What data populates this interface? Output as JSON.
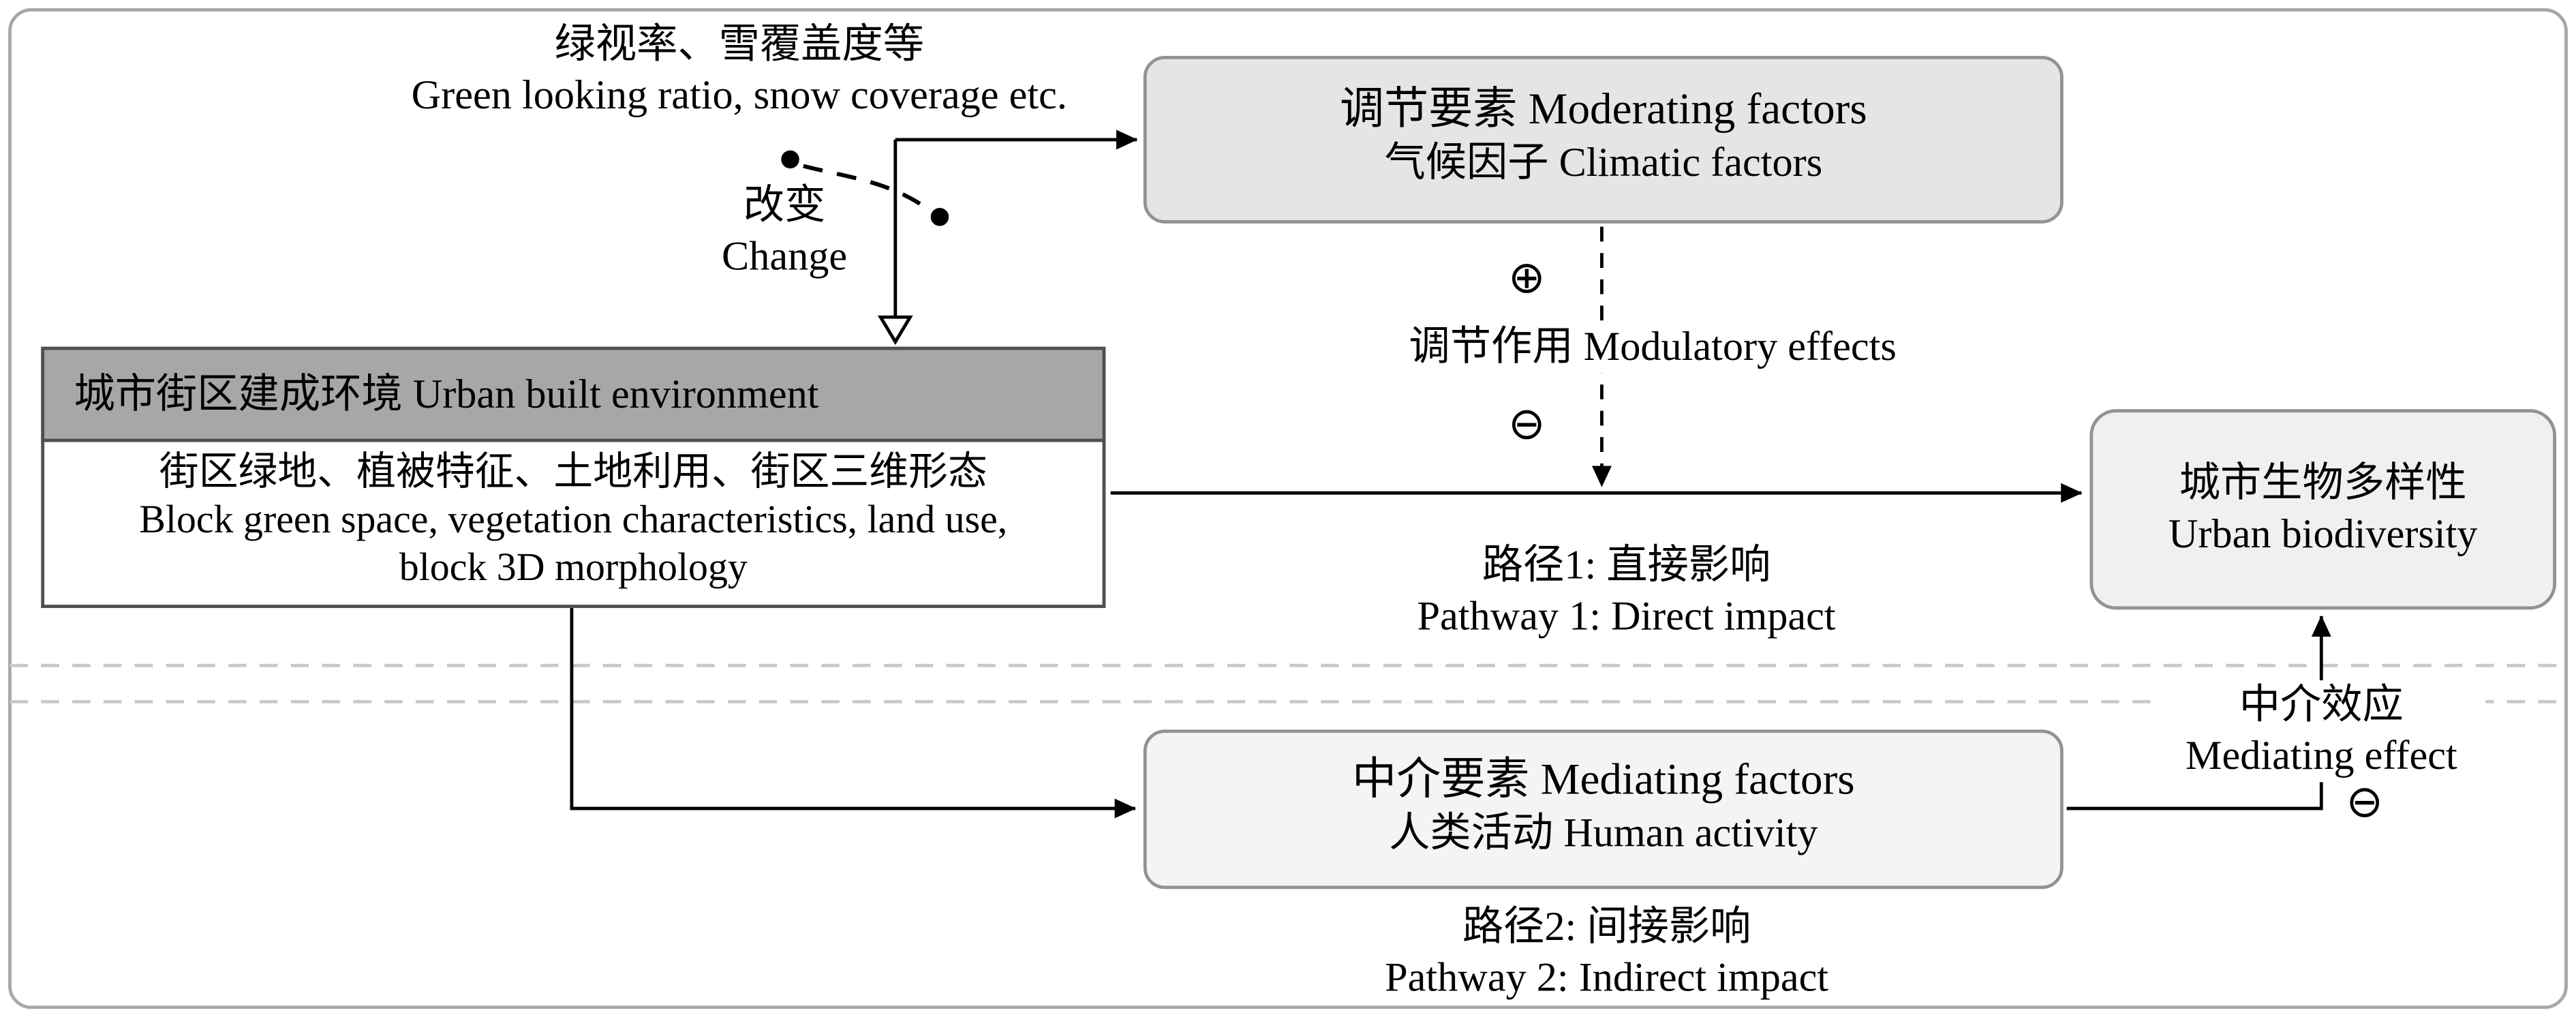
{
  "colors": {
    "frame-border": "#a8a8a8",
    "box-border": "#939393",
    "dark-box-border": "#4f4f4f",
    "builtenv-header-bg": "#a7a7a7",
    "moderating-bg": "#e5e5e7",
    "mediating-bg": "#f4f4f6",
    "biodiversity-bg": "#f0f0f1",
    "divider": "#c9c9c9",
    "line": "#000000"
  },
  "top_note": {
    "zh": "绿视率、雪覆盖度等",
    "en": "Green looking ratio, snow coverage etc."
  },
  "change": {
    "zh": "改变",
    "en": "Change"
  },
  "moderating": {
    "title": "调节要素 Moderating factors",
    "subtitle": "气候因子 Climatic factors"
  },
  "modulatory": {
    "plus": "⊕",
    "label": "调节作用 Modulatory effects",
    "minus": "⊖"
  },
  "built_env": {
    "header": "城市街区建成环境 Urban built environment",
    "line1": "街区绿地、植被特征、土地利用、街区三维形态",
    "line2": "Block green space, vegetation characteristics, land use,",
    "line3": "block 3D morphology"
  },
  "pathway1": {
    "zh": "路径1: 直接影响",
    "en": "Pathway 1: Direct impact"
  },
  "biodiversity": {
    "zh": "城市生物多样性",
    "en": "Urban biodiversity"
  },
  "mediating": {
    "title": "中介要素 Mediating factors",
    "subtitle": "人类活动 Human activity"
  },
  "mediating_effect": {
    "zh": "中介效应",
    "en": "Mediating effect",
    "minus": "⊖"
  },
  "pathway2": {
    "zh": "路径2: 间接影响",
    "en": "Pathway 2: Indirect impact"
  }
}
